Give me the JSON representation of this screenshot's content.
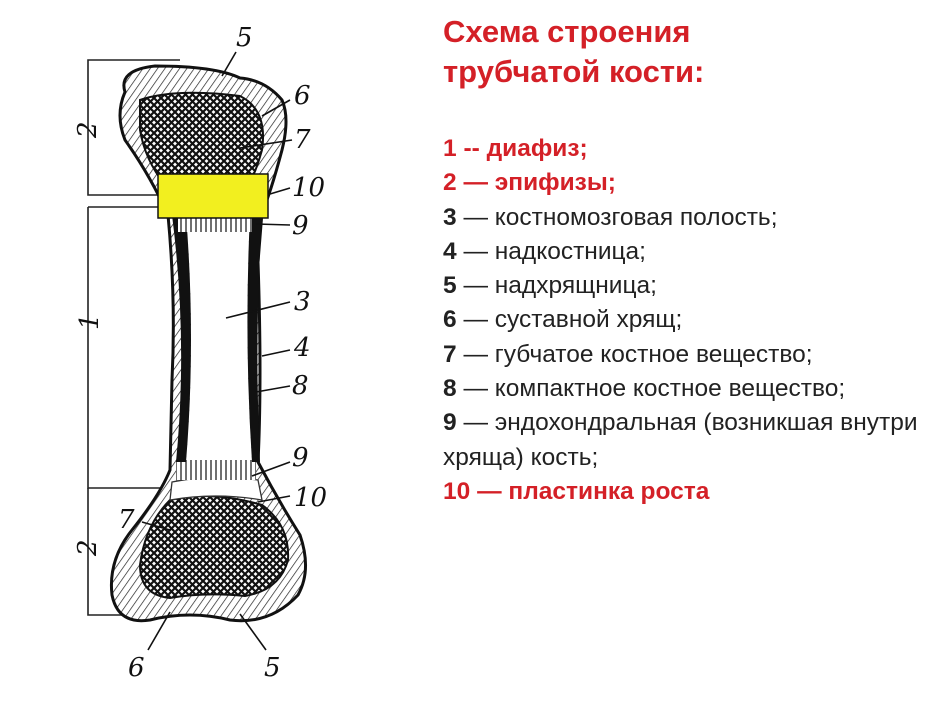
{
  "title": {
    "line1": "Схема строения",
    "line2": "трубчатой кости:"
  },
  "legend": [
    {
      "num": "1",
      "sep": " -- ",
      "text": "диафиз;",
      "highlight": true,
      "color": "#d42027"
    },
    {
      "num": "2",
      "sep": " — ",
      "text": "эпифизы;",
      "highlight": true,
      "color": "#d42027"
    },
    {
      "num": "3",
      "sep": " — ",
      "text": "костномозговая полость;",
      "highlight": false
    },
    {
      "num": "4",
      "sep": " — ",
      "text": "надкостница;",
      "highlight": false
    },
    {
      "num": "5",
      "sep": " — ",
      "text": "надхрящница;",
      "highlight": false
    },
    {
      "num": "6",
      "sep": " — ",
      "text": "суставной хрящ;",
      "highlight": false
    },
    {
      "num": "7",
      "sep": " — ",
      "text": "губчатое костное вещество;",
      "highlight": false
    },
    {
      "num": "8",
      "sep": " — ",
      "text": "компактное костное вещество;",
      "highlight": false
    },
    {
      "num": "9",
      "sep": " — ",
      "text": "эндохондральная (возникшая внутри хряща) кость;",
      "highlight": false
    },
    {
      "num": "10",
      "sep": " — ",
      "text": "пластинка роста",
      "highlight": true,
      "color": "#d42027"
    }
  ],
  "diagram_labels": {
    "l1": "1",
    "l2_top": "2",
    "l2_bottom": "2",
    "l3": "3",
    "l4": "4",
    "l5_top": "5",
    "l5_bottom": "5",
    "l6_top": "6",
    "l6_bottom": "6",
    "l7_top": "7",
    "l7_bottom": "7",
    "l8": "8",
    "l9_top": "9",
    "l9_bottom": "9",
    "l10_top": "10",
    "l10_bottom": "10"
  },
  "colors": {
    "highlight_box": "#f2ef1f",
    "title": "#d42027",
    "text": "#222222"
  }
}
